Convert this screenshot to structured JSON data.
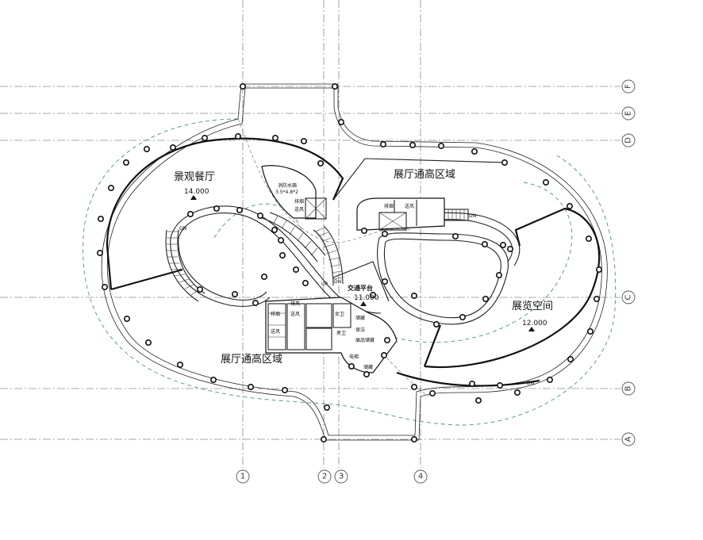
{
  "grid_axes": {
    "rows": [
      "F",
      "E",
      "D",
      "C",
      "B",
      "A"
    ],
    "columns": [
      "1",
      "2",
      "3",
      "4"
    ]
  },
  "rooms": {
    "restaurant": {
      "name": "景观餐厅",
      "level": "14.000"
    },
    "atrium_top": {
      "name": "展厅通高区域"
    },
    "atrium_bottom": {
      "name": "展厅通高区域"
    },
    "exhibition": {
      "name": "展览空间",
      "level": "12.000"
    },
    "platform": {
      "name": "交通平台",
      "level": "11.000"
    }
  },
  "small_labels": {
    "water_tank": "消防水箱",
    "water_tank_size": "3.5*4.8*2",
    "smoke_1": "排烟",
    "air_1": "送风",
    "smoke_2": "排烟",
    "air_2": "送风",
    "smoke_3": "排烟",
    "air_3": "送风",
    "hvac_1": "排风",
    "hvac_2": "送风",
    "female_wc": "女卫",
    "male_wc": "男卫",
    "storage": "储藏",
    "cleaning": "保洁",
    "exhibit_storage": "展品储藏",
    "elevator": "电梯",
    "store": "储藏",
    "up": "UP",
    "dn_1": "DN",
    "dn_2": "DN",
    "dn_3": "DN",
    "dn_4": "DN"
  }
}
